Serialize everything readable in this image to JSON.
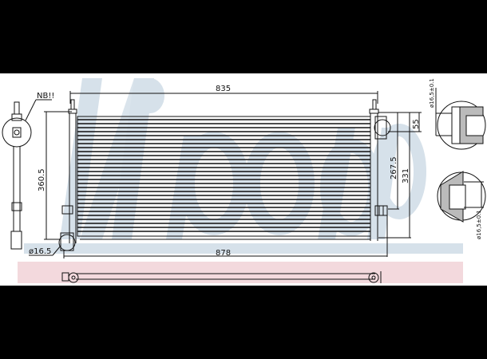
{
  "drawing": {
    "title": "Condenser technical drawing",
    "watermark": "Nissens",
    "colors": {
      "background": "#ffffff",
      "frame": "#000000",
      "watermark_blue": "#d6e1ea",
      "watermark_pink": "#f3d9dd",
      "line": "#111111"
    },
    "labels": {
      "note": "NB!!",
      "width_top": "835",
      "width_bottom": "878",
      "height_left": "360.5",
      "port_diameter_left": "ø16.5",
      "height_right_inner": "267.5",
      "height_right_outer": "331",
      "port_offset_top": "55",
      "detail_top_diameter": "ø16,5±0.1",
      "detail_bottom_diameter": "ø16,5±0.1"
    }
  }
}
